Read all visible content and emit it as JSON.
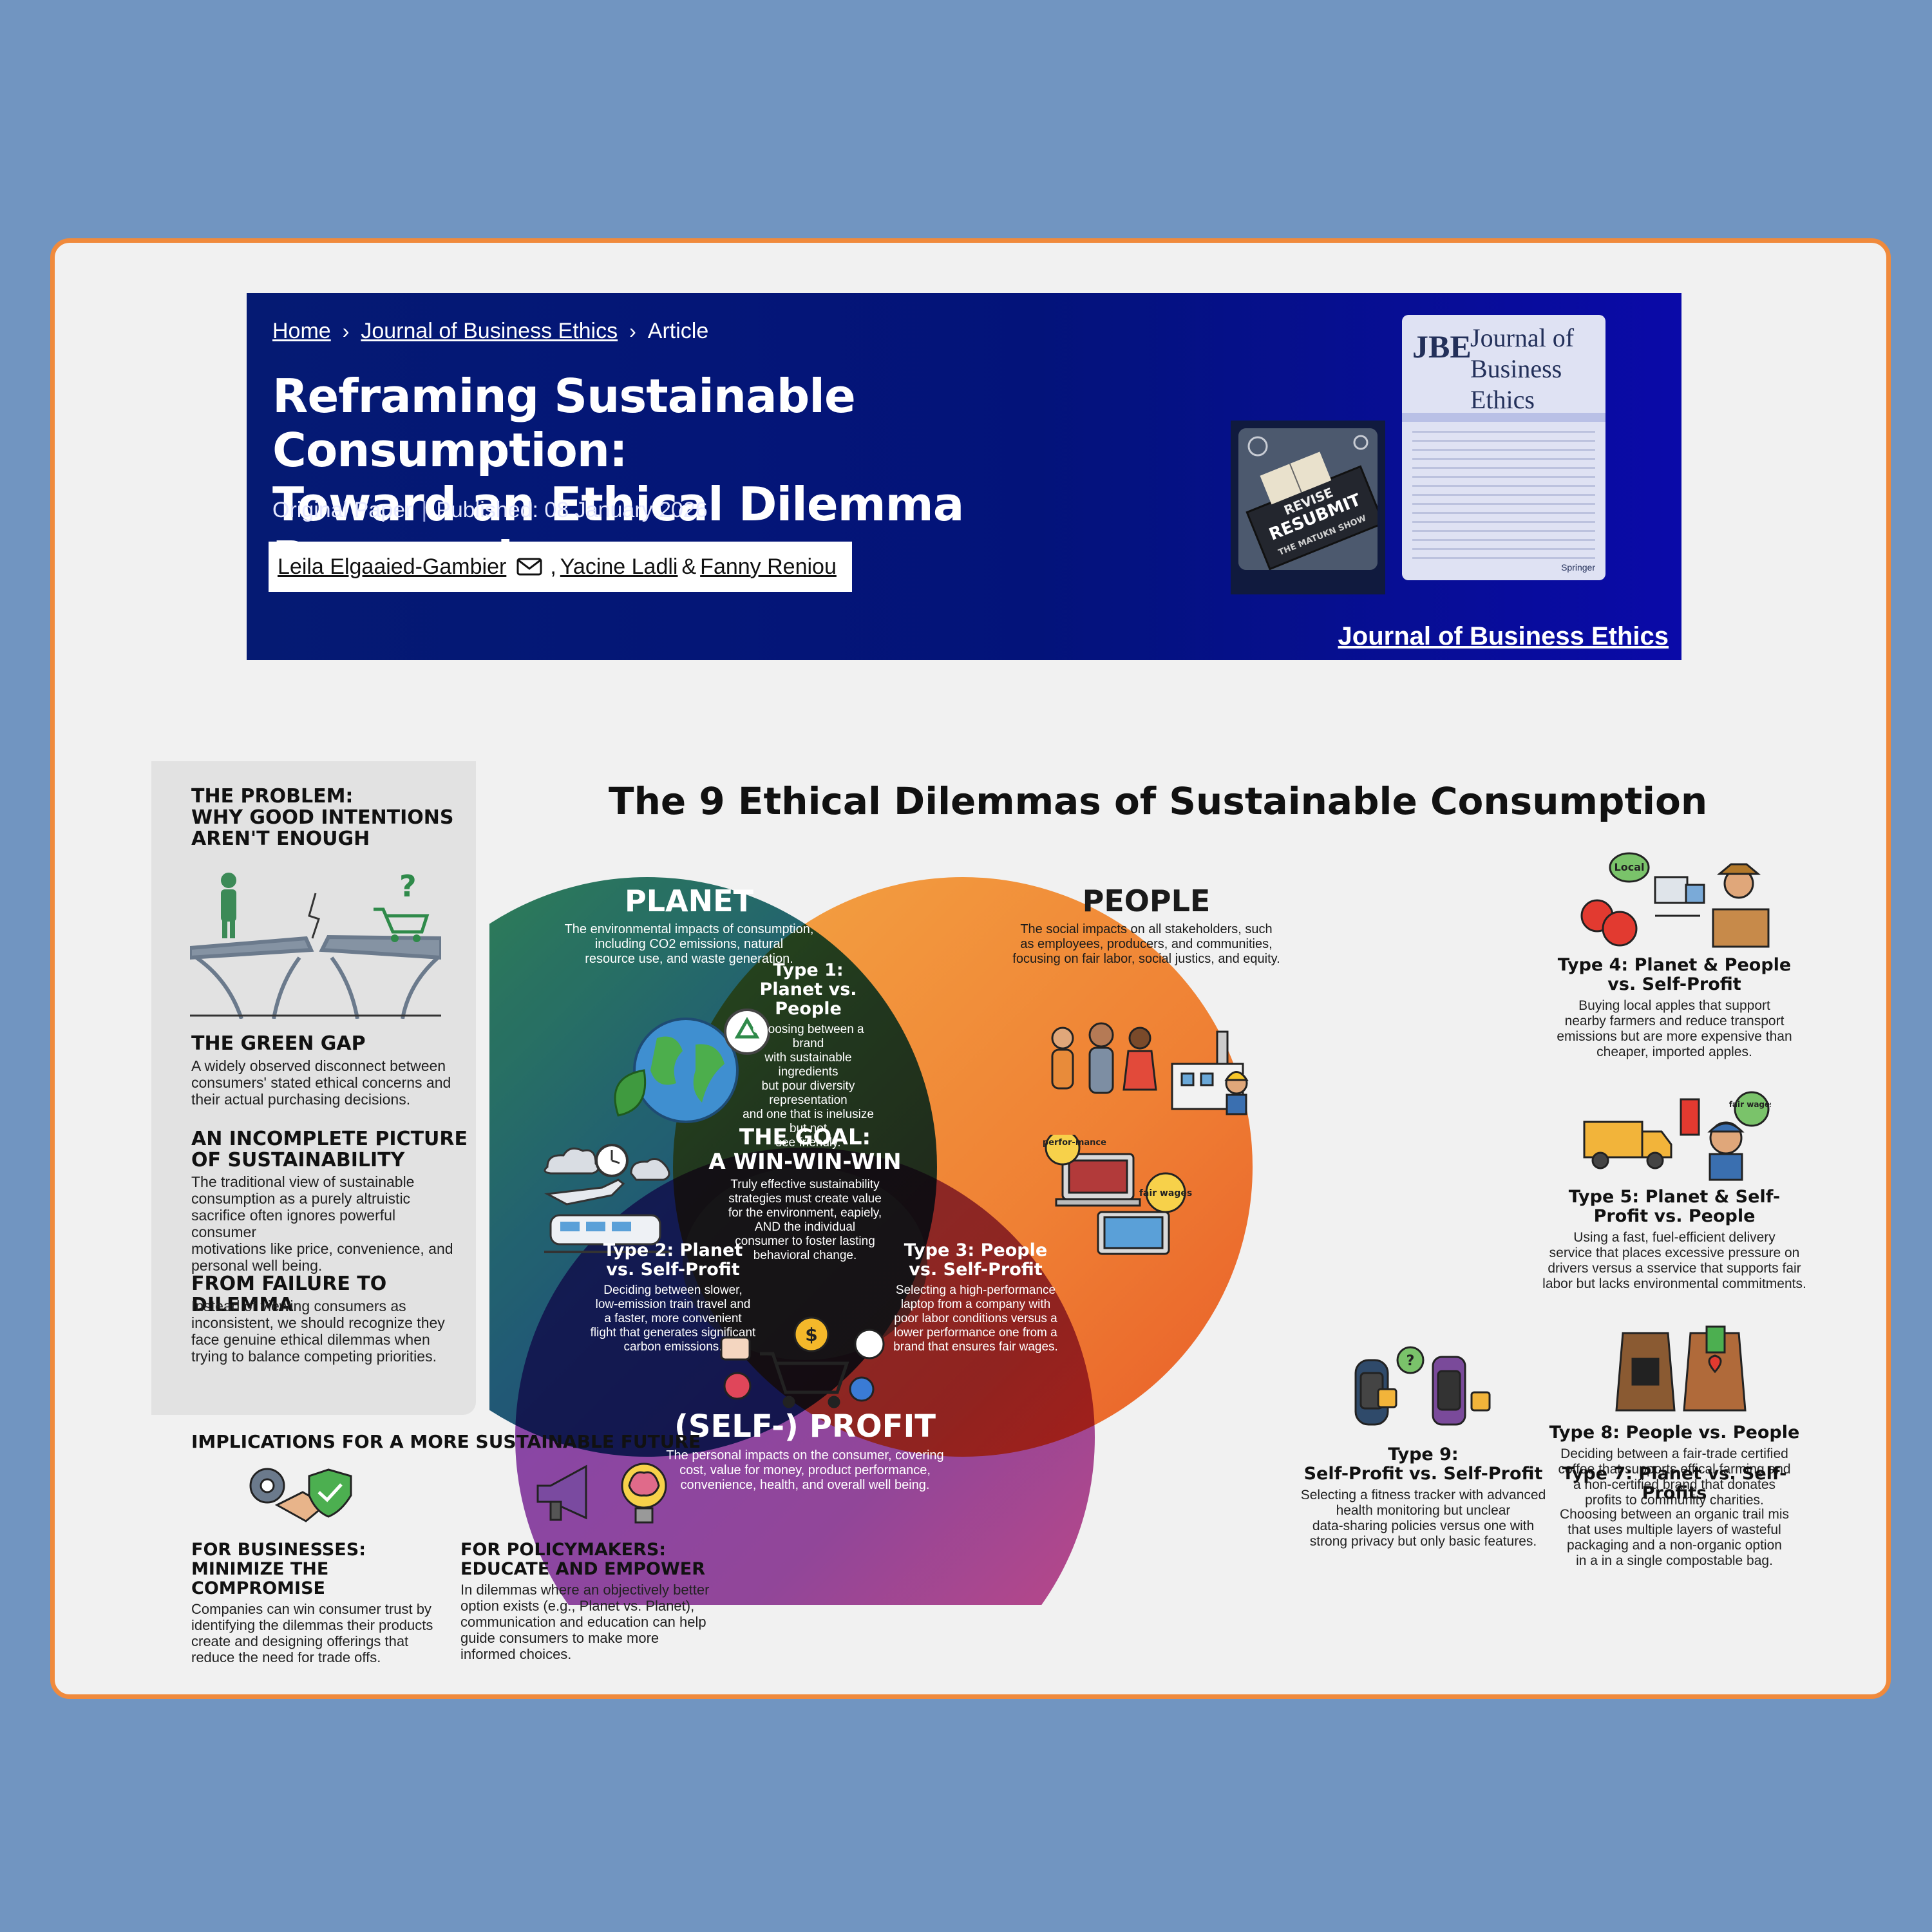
{
  "breadcrumb": {
    "home": "Home",
    "journal": "Journal of Business Ethics",
    "current": "Article",
    "separator": "›"
  },
  "article": {
    "title_line1": "Reframing Sustainable Consumption:",
    "title_line2": "Toward an Ethical Dilemma Perspective",
    "type": "Original Paper",
    "published": "Published: 08 January 2026",
    "authors": [
      "Leila Elgaaied-Gambier",
      "Yacine Ladli",
      "Fanny Reniou"
    ],
    "author_sep_comma": ",",
    "author_sep_amp": "&"
  },
  "journal_cover": {
    "logo": "JBE",
    "title_l1": "Journal of",
    "title_l2": "Business",
    "title_l3": "Ethics",
    "publisher": "Springer"
  },
  "journal_link": "Journal of Business Ethics",
  "podcast": {
    "line1": "REVISE",
    "line2": "RESUBMIT",
    "line3": "THE MATUKN SHOW"
  },
  "infographic": {
    "title": "The 9 Ethical Dilemmas of Sustainable Consumption",
    "problem": {
      "heading_l1": "THE PROBLEM:",
      "heading_l2": "WHY GOOD INTENTIONS",
      "heading_l3": "AREN'T ENOUGH",
      "green_gap_title": "THE GREEN GAP",
      "green_gap_l1": "A widely observed disconnect between",
      "green_gap_l2": "consumers' stated ethical concerns and",
      "green_gap_l3": "their actual purchasing decisions.",
      "incomplete_title_l1": "AN INCOMPLETE PICTURE",
      "incomplete_title_l2": "OF SUSTAINABILITY",
      "incomplete_l1": "The traditional view of sustainable",
      "incomplete_l2": "consumption as a purely altruistic",
      "incomplete_l3": "sacrifice often ignores powerful consumer",
      "incomplete_l4": "motivations like price, convenience, and",
      "incomplete_l5": "personal well being.",
      "failure_title": "FROM FAILURE TO DILEMMA",
      "failure_l1": "Instead of viewing consumers as",
      "failure_l2": "inconsistent, we should recognize they",
      "failure_l3": "face genuine ethical dilemmas when",
      "failure_l4": "trying to balance competing priorities."
    },
    "implications": {
      "title": "IMPLICATIONS FOR A MORE SUSTAINABLE FUTURE",
      "biz_t1": "FOR BUSINESSES:",
      "biz_t2": "MINIMIZE THE COMPROMISE",
      "biz_l1": "Companies can win consumer trust by",
      "biz_l2": "identifying the dilemmas their products",
      "biz_l3": "create and designing offerings that",
      "biz_l4": "reduce the need for trade offs.",
      "pol_t1": "FOR POLICYMAKERS:",
      "pol_t2": "EDUCATE AND EMPOWER",
      "pol_l1": "In dilemmas where an objectively better",
      "pol_l2": "option exists (e.g., Planet vs. Planet),",
      "pol_l3": "communication and education can help",
      "pol_l4": "guide consumers to make more",
      "pol_l5": "informed choices."
    },
    "venn": {
      "planet_title": "PLANET",
      "planet_l1": "The environmental impacts of consumption,",
      "planet_l2": "including CO2 emissions, natural",
      "planet_l3": "resource use, and waste generation.",
      "people_title": "PEOPLE",
      "people_l1": "The social impacts on all stakeholders, such",
      "people_l2": "as employees, producers, and communities,",
      "people_l3": "focusing on fair labor, social justics, and equity.",
      "profit_title": "(SELF-) PROFIT",
      "profit_l1": "The personal impacts on the consumer, covering",
      "profit_l2": "cost, value for money, product performance,",
      "profit_l3": "convenience, health, and overall well being.",
      "t1_title_l1": "Type 1:",
      "t1_title_l2": "Planet vs. People",
      "t1_l1": "Choosing between a brand",
      "t1_l2": "with sustainable ingredients",
      "t1_l3": "but pour diversity representation",
      "t1_l4": "and one that is inelusize but not",
      "t1_l5": "see friendly.",
      "t2_title_l1": "Type 2: Planet",
      "t2_title_l2": "vs. Self-Profit",
      "t2_l1": "Deciding between slower,",
      "t2_l2": "low-emission train travel and",
      "t2_l3": "a faster, more convenient",
      "t2_l4": "flight that generates significant",
      "t2_l5": "carbon emissions.",
      "t3_title_l1": "Type 3: People",
      "t3_title_l2": "vs. Self-Profit",
      "t3_l1": "Selecting a high-performance",
      "t3_l2": "laptop from a company with",
      "t3_l3": "poor labor conditions versus a",
      "t3_l4": "lower performance one from a",
      "t3_l5": "brand that ensures fair wages.",
      "goal_title_l1": "THE GOAL:",
      "goal_title_l2": "A WIN-WIN-WIN",
      "goal_l1": "Truly effective sustainability",
      "goal_l2": "strategies must create value",
      "goal_l3": "for the environment, eapiely,",
      "goal_l4": "AND the individual",
      "goal_l5": "consumer to foster lasting",
      "goal_l6": "behavioral change.",
      "bubble_high": "high perfor-mance",
      "bubble_fair": "fair wages"
    },
    "types": {
      "t4_t1": "Type 4: Planet & People",
      "t4_t2": "vs. Self-Profit",
      "t4_l1": "Buying local apples that support",
      "t4_l2": "nearby farmers and reduce transport",
      "t4_l3": "emissions but are more expensive than",
      "t4_l4": "cheaper, imported apples.",
      "t4_bubble": "Local",
      "t5_t1": "Type 5: Planet & Self-",
      "t5_t2": "Profit vs. People",
      "t5_l1": "Using a fast, fuel-efficient delivery",
      "t5_l2": "service that places excessive pressure on",
      "t5_l3": "drivers versus a sservice that supports fair",
      "t5_l4": "labor but lacks environmental commitments.",
      "t5_bubble": "fair wages",
      "t8_t1": "Type 8: People vs. People",
      "t8_l1": "Deciding between a fair-trade certified",
      "t8_l2": "coffee that supports effical farming and",
      "t8_l3": "a non-certified brand that donates",
      "t8_l4": "profits to community charities.",
      "t9_t1": "Type 9:",
      "t9_t2": "Self-Profit vs. Self-Profit",
      "t9_l1": "Selecting a fitness tracker with advanced",
      "t9_l2": "health monitoring but unclear",
      "t9_l3": "data-sharing policies versus one with",
      "t9_l4": "strong privacy but only basic features.",
      "t7_t1": "Type 7: Planet vs. Self-Profits",
      "t7_l1": "Choosing between an organic trail mis",
      "t7_l2": "that uses multiple layers of wasteful",
      "t7_l3": "packaging and a non-organic option",
      "t7_l4": "in a in a single compostable bag."
    }
  },
  "colors": {
    "banner": "#051a73",
    "card_border": "#f08a3c",
    "background": "#7195c1",
    "planet": "#1a6f6a",
    "people": "#f29a35",
    "profit": "#8a3b9c"
  }
}
